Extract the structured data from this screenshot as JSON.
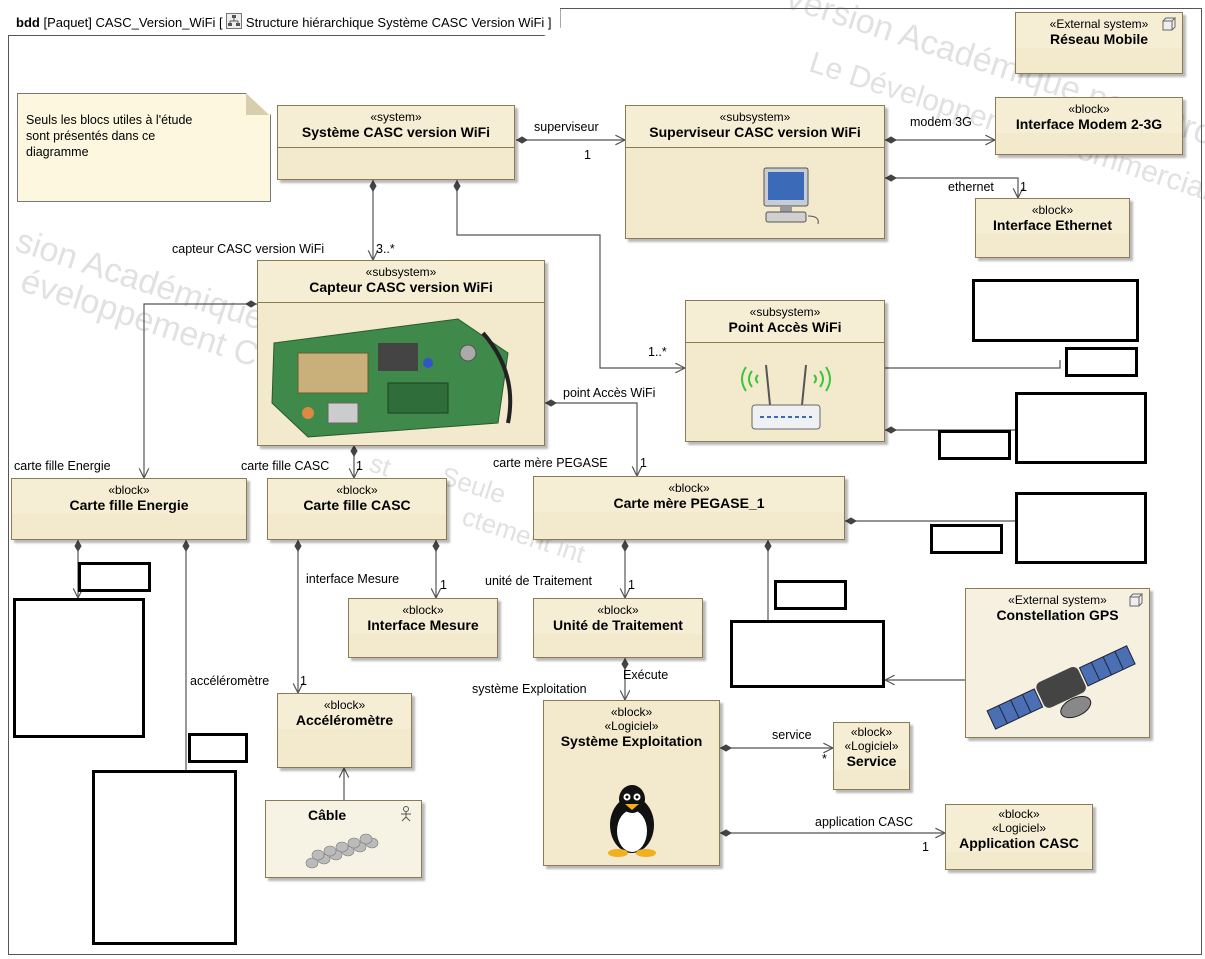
{
  "header": {
    "kind": "bdd",
    "package": "[Paquet] CASC_Version_WiFi [",
    "diagram": "Structure hiérarchique Système CASC Version WiFi ]"
  },
  "note": [
    "Seuls les blocs utiles à l'étude",
    "sont présentés dans ce",
    "diagramme"
  ],
  "watermark": [
    "Version Académique pour Professionnel",
    "Le Développement Commercial",
    "sion Académique p",
    "éveloppement Con",
    "Seule",
    "ctement int",
    "st"
  ],
  "blocks": {
    "reseau": {
      "stereo": "«External system»",
      "name": "Réseau Mobile"
    },
    "modem": {
      "stereo": "«block»",
      "name": "Interface Modem 2-3G"
    },
    "systeme": {
      "stereo": "«system»",
      "name": "Système CASC version WiFi"
    },
    "superviseur": {
      "stereo": "«subsystem»",
      "name": "Superviseur CASC version WiFi"
    },
    "ethernet": {
      "stereo": "«block»",
      "name": "Interface Ethernet"
    },
    "capteur": {
      "stereo": "«subsystem»",
      "name": "Capteur CASC version WiFi"
    },
    "wifi": {
      "stereo": "«subsystem»",
      "name": "Point Accès WiFi"
    },
    "energie": {
      "stereo": "«block»",
      "name": "Carte fille Energie"
    },
    "cartecasc": {
      "stereo": "«block»",
      "name": "Carte fille CASC"
    },
    "pegase": {
      "stereo": "«block»",
      "name": "Carte mère PEGASE_1"
    },
    "mesure": {
      "stereo": "«block»",
      "name": "Interface Mesure"
    },
    "traitement": {
      "stereo": "«block»",
      "name": "Unité de Traitement"
    },
    "gps": {
      "stereo": "«External system»",
      "name": "Constellation GPS"
    },
    "accel": {
      "stereo": "«block»",
      "name": "Accéléromètre"
    },
    "exploit": {
      "stereo1": "«block»",
      "stereo2": "«Logiciel»",
      "name": "Système Exploitation"
    },
    "service": {
      "stereo1": "«block»",
      "stereo2": "«Logiciel»",
      "name": "Service"
    },
    "app": {
      "stereo1": "«block»",
      "stereo2": "«Logiciel»",
      "name": "Application CASC"
    },
    "cable": {
      "name": "Câble"
    }
  },
  "labels": {
    "superviseur": "superviseur",
    "sup_mult": "1",
    "modem3g": "modem 3G",
    "ethernet": "ethernet",
    "eth_mult": "1",
    "capteur": "capteur CASC version WiFi",
    "capteur_mult": "3..*",
    "wifi_mult": "1..*",
    "point_acces": "point Accès WiFi",
    "carte_energie": "carte fille Energie",
    "carte_casc": "carte fille CASC",
    "casc_mult": "1",
    "carte_mere": "carte mère PEGASE",
    "mere_mult": "1",
    "interface_mesure": "interface Mesure",
    "mesure_mult": "1",
    "unite_traitement": "unité de Traitement",
    "unite_mult": "1",
    "accelerometre": "accéléromètre",
    "accel_mult": "1",
    "execute": "Exécute",
    "systeme_exploitation": "système Exploitation",
    "service": "service",
    "service_mult": "*",
    "application": "application CASC",
    "app_mult": "1"
  },
  "colors": {
    "block_fill": "#f3e9cc",
    "block_border": "#8a7b55",
    "line": "#555555",
    "wifi_waves": "#3cc43c"
  }
}
